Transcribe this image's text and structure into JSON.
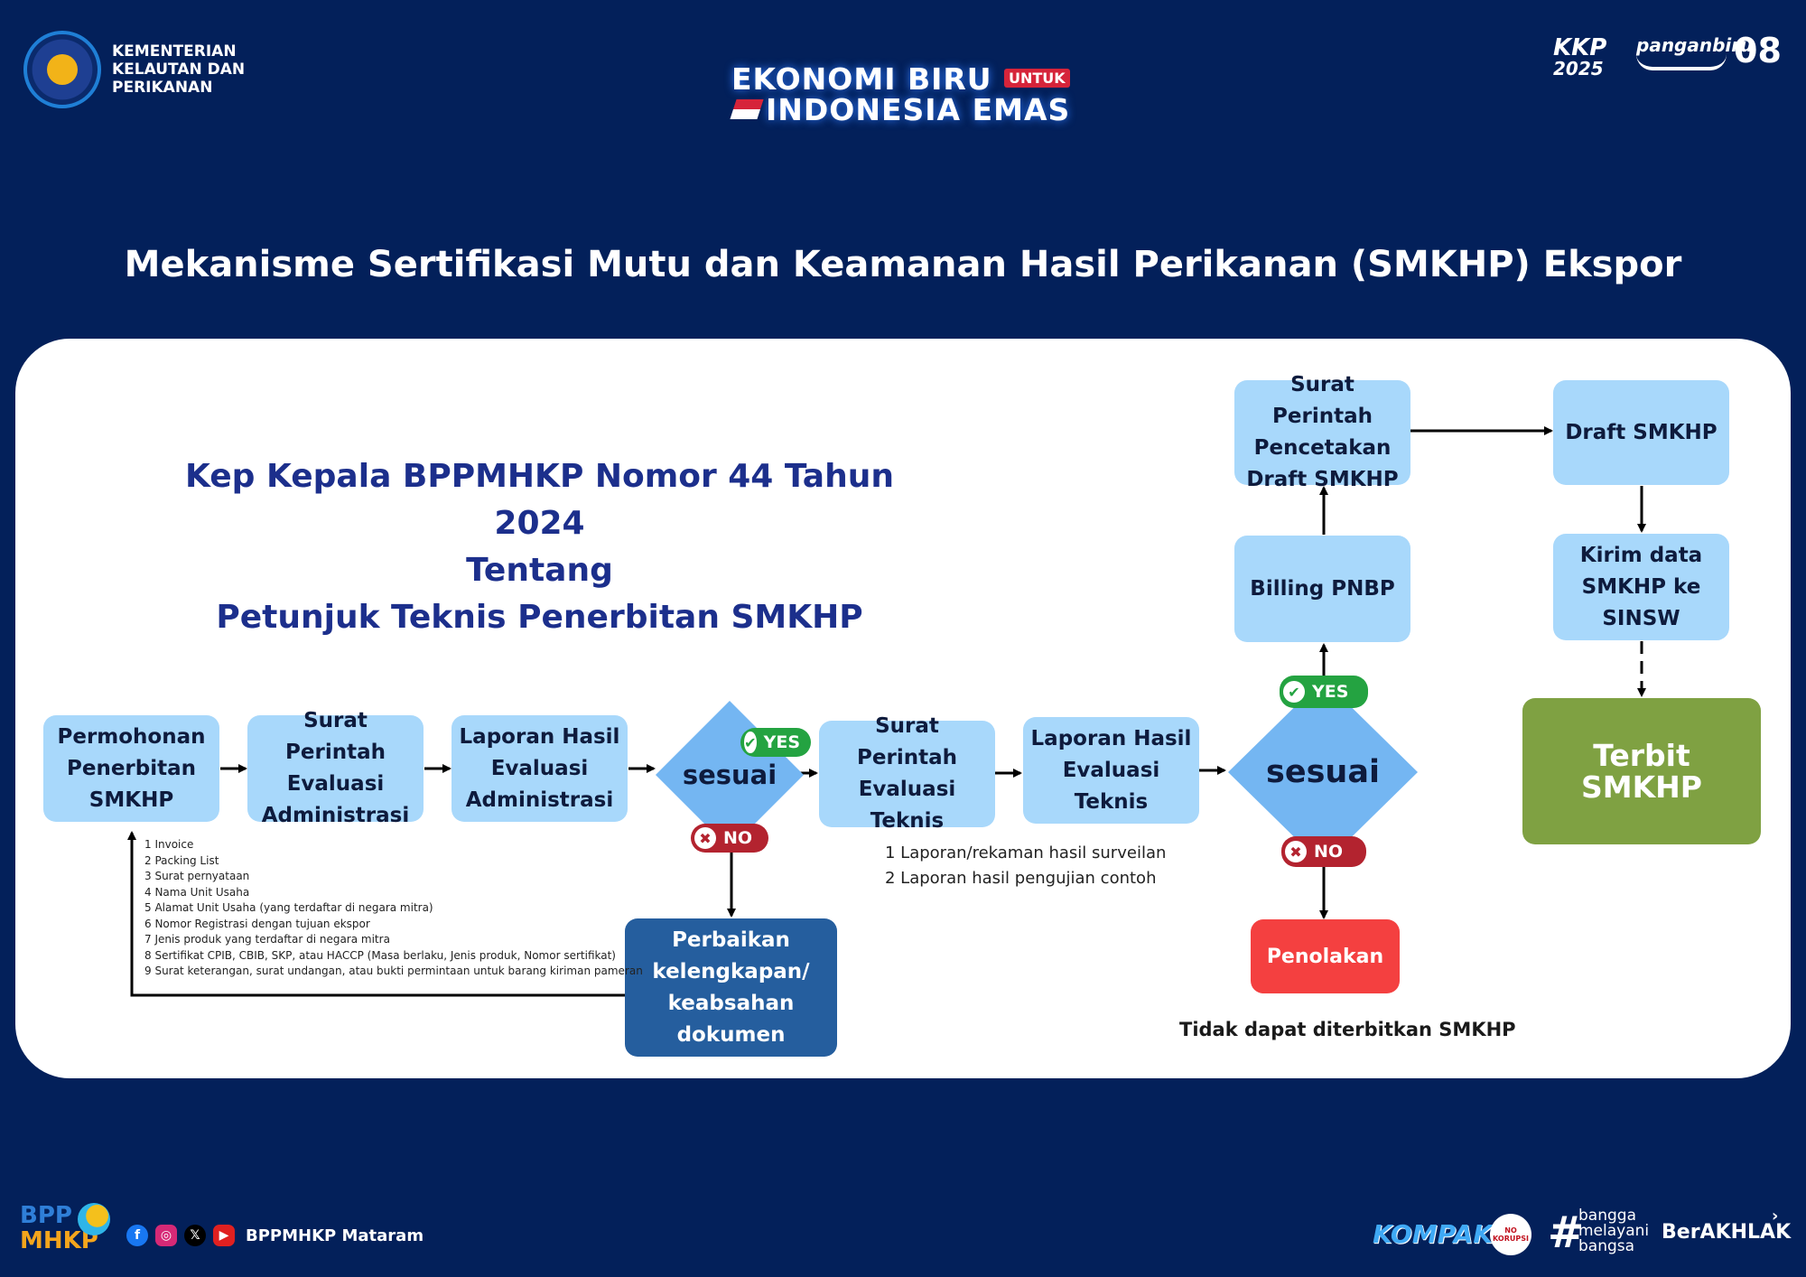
{
  "header": {
    "ministry_lines": [
      "KEMENTERIAN",
      "KELAUTAN DAN",
      "PERIKANAN"
    ],
    "center_logo": {
      "line1": "EKONOMI BIRU",
      "tag": "UNTUK",
      "line2": "INDONESIA EMAS"
    },
    "right_logos": {
      "kkp": "KKP",
      "kkp_year": "2025",
      "panganbiru": "panganbiru",
      "growth": "08"
    }
  },
  "title": "Mekanisme Sertifikasi Mutu dan Keamanan Hasil Perikanan (SMKHP) Ekspor",
  "reference": [
    "Kep Kepala BPPMHKP Nomor 44 Tahun 2024",
    "Tentang",
    "Petunjuk Teknis Penerbitan SMKHP"
  ],
  "nodes": {
    "permohonan": "Permohonan\nPenerbitan\nSMKHP",
    "sp_admin": "Surat Perintah\nEvaluasi\nAdministrasi",
    "lap_admin": "Laporan Hasil\nEvaluasi\nAdministrasi",
    "sesuai1": "sesuai",
    "sp_teknis": "Surat Perintah\nEvaluasi\nTeknis",
    "lap_teknis": "Laporan Hasil\nEvaluasi\nTeknis",
    "sesuai2": "sesuai",
    "billing": "Billing PNBP",
    "sp_cetak": "Surat Perintah\nPencetakan\nDraft SMKHP",
    "draft": "Draft SMKHP",
    "kirim": "Kirim data\nSMKHP ke\nSINSW",
    "terbit": "Terbit SMKHP",
    "perbaikan": "Perbaikan\nkelengkapan/\nkeabsahan\ndokumen",
    "penolakan": "Penolakan"
  },
  "badges": {
    "yes": "YES",
    "no": "NO"
  },
  "documents": [
    "1 Invoice",
    "2 Packing List",
    "3 Surat pernyataan",
    "4 Nama Unit Usaha",
    "5 Alamat Unit Usaha (yang terdaftar di negara mitra)",
    "6 Nomor Registrasi dengan tujuan ekspor",
    "7 Jenis produk yang terdaftar di negara mitra",
    "8 Sertifikat CPIB, CBIB, SKP, atau HACCP (Masa berlaku, Jenis produk, Nomor sertifikat)",
    "9 Surat keterangan, surat undangan, atau bukti permintaan untuk barang kiriman pameran"
  ],
  "technical_notes": [
    "1 Laporan/rekaman hasil surveilan",
    "2 Laporan hasil pengujian contoh"
  ],
  "rejection_note": "Tidak dapat diterbitkan SMKHP",
  "footer": {
    "org_logo": {
      "top": "BPP",
      "bottom": "MHKP"
    },
    "social_handle": "BPPMHKP Mataram",
    "right_logos": [
      "KOMPAK",
      "NO KORUPSI",
      "bangga",
      "melayani",
      "bangsa",
      "BerAKHLAK"
    ]
  },
  "colors": {
    "background": "#03205a",
    "node": "#a8d8fb",
    "diamond": "#74b6f2",
    "perbaikan": "#255e9e",
    "penolakan": "#f44040",
    "terbit": "#7fa142",
    "yes": "#24a341",
    "no": "#b3232f"
  }
}
